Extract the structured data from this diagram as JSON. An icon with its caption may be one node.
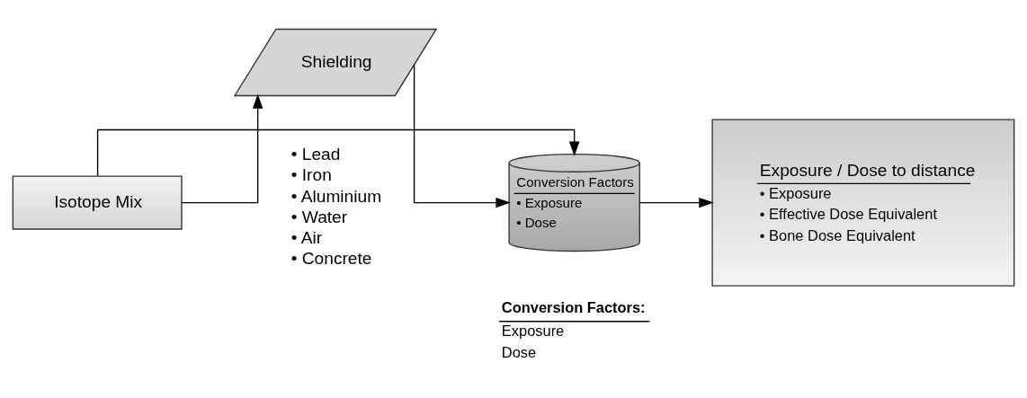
{
  "diagram": {
    "nodes": [
      {
        "text": [
          "Isotope Mix"
        ]
      },
      {
        "text": [
          "Shielding"
        ],
        "beside": [
          "• Lead",
          "• Iron",
          "• Aluminium",
          "• Water",
          "• Air",
          "• Concrete"
        ]
      },
      {
        "text": [
          "Conversion Factors",
          "• Exposure",
          "• Dose"
        ]
      },
      {
        "text": [
          "Exposure / Dose to distance",
          "• Exposure",
          "• Effective Dose Equivalent",
          "• Bone Dose Equivalent"
        ]
      }
    ],
    "edges": [
      {
        "from": 0,
        "to": 1,
        "arrow": "to"
      },
      {
        "from": 0,
        "to": 2,
        "arrow": "to"
      },
      {
        "from": 1,
        "to": 2,
        "arrow": "to"
      },
      {
        "from": 2,
        "to": 3,
        "arrow": "to"
      }
    ],
    "labels": [
      "Conversion Factors:",
      "Exposure",
      "Dose"
    ]
  }
}
